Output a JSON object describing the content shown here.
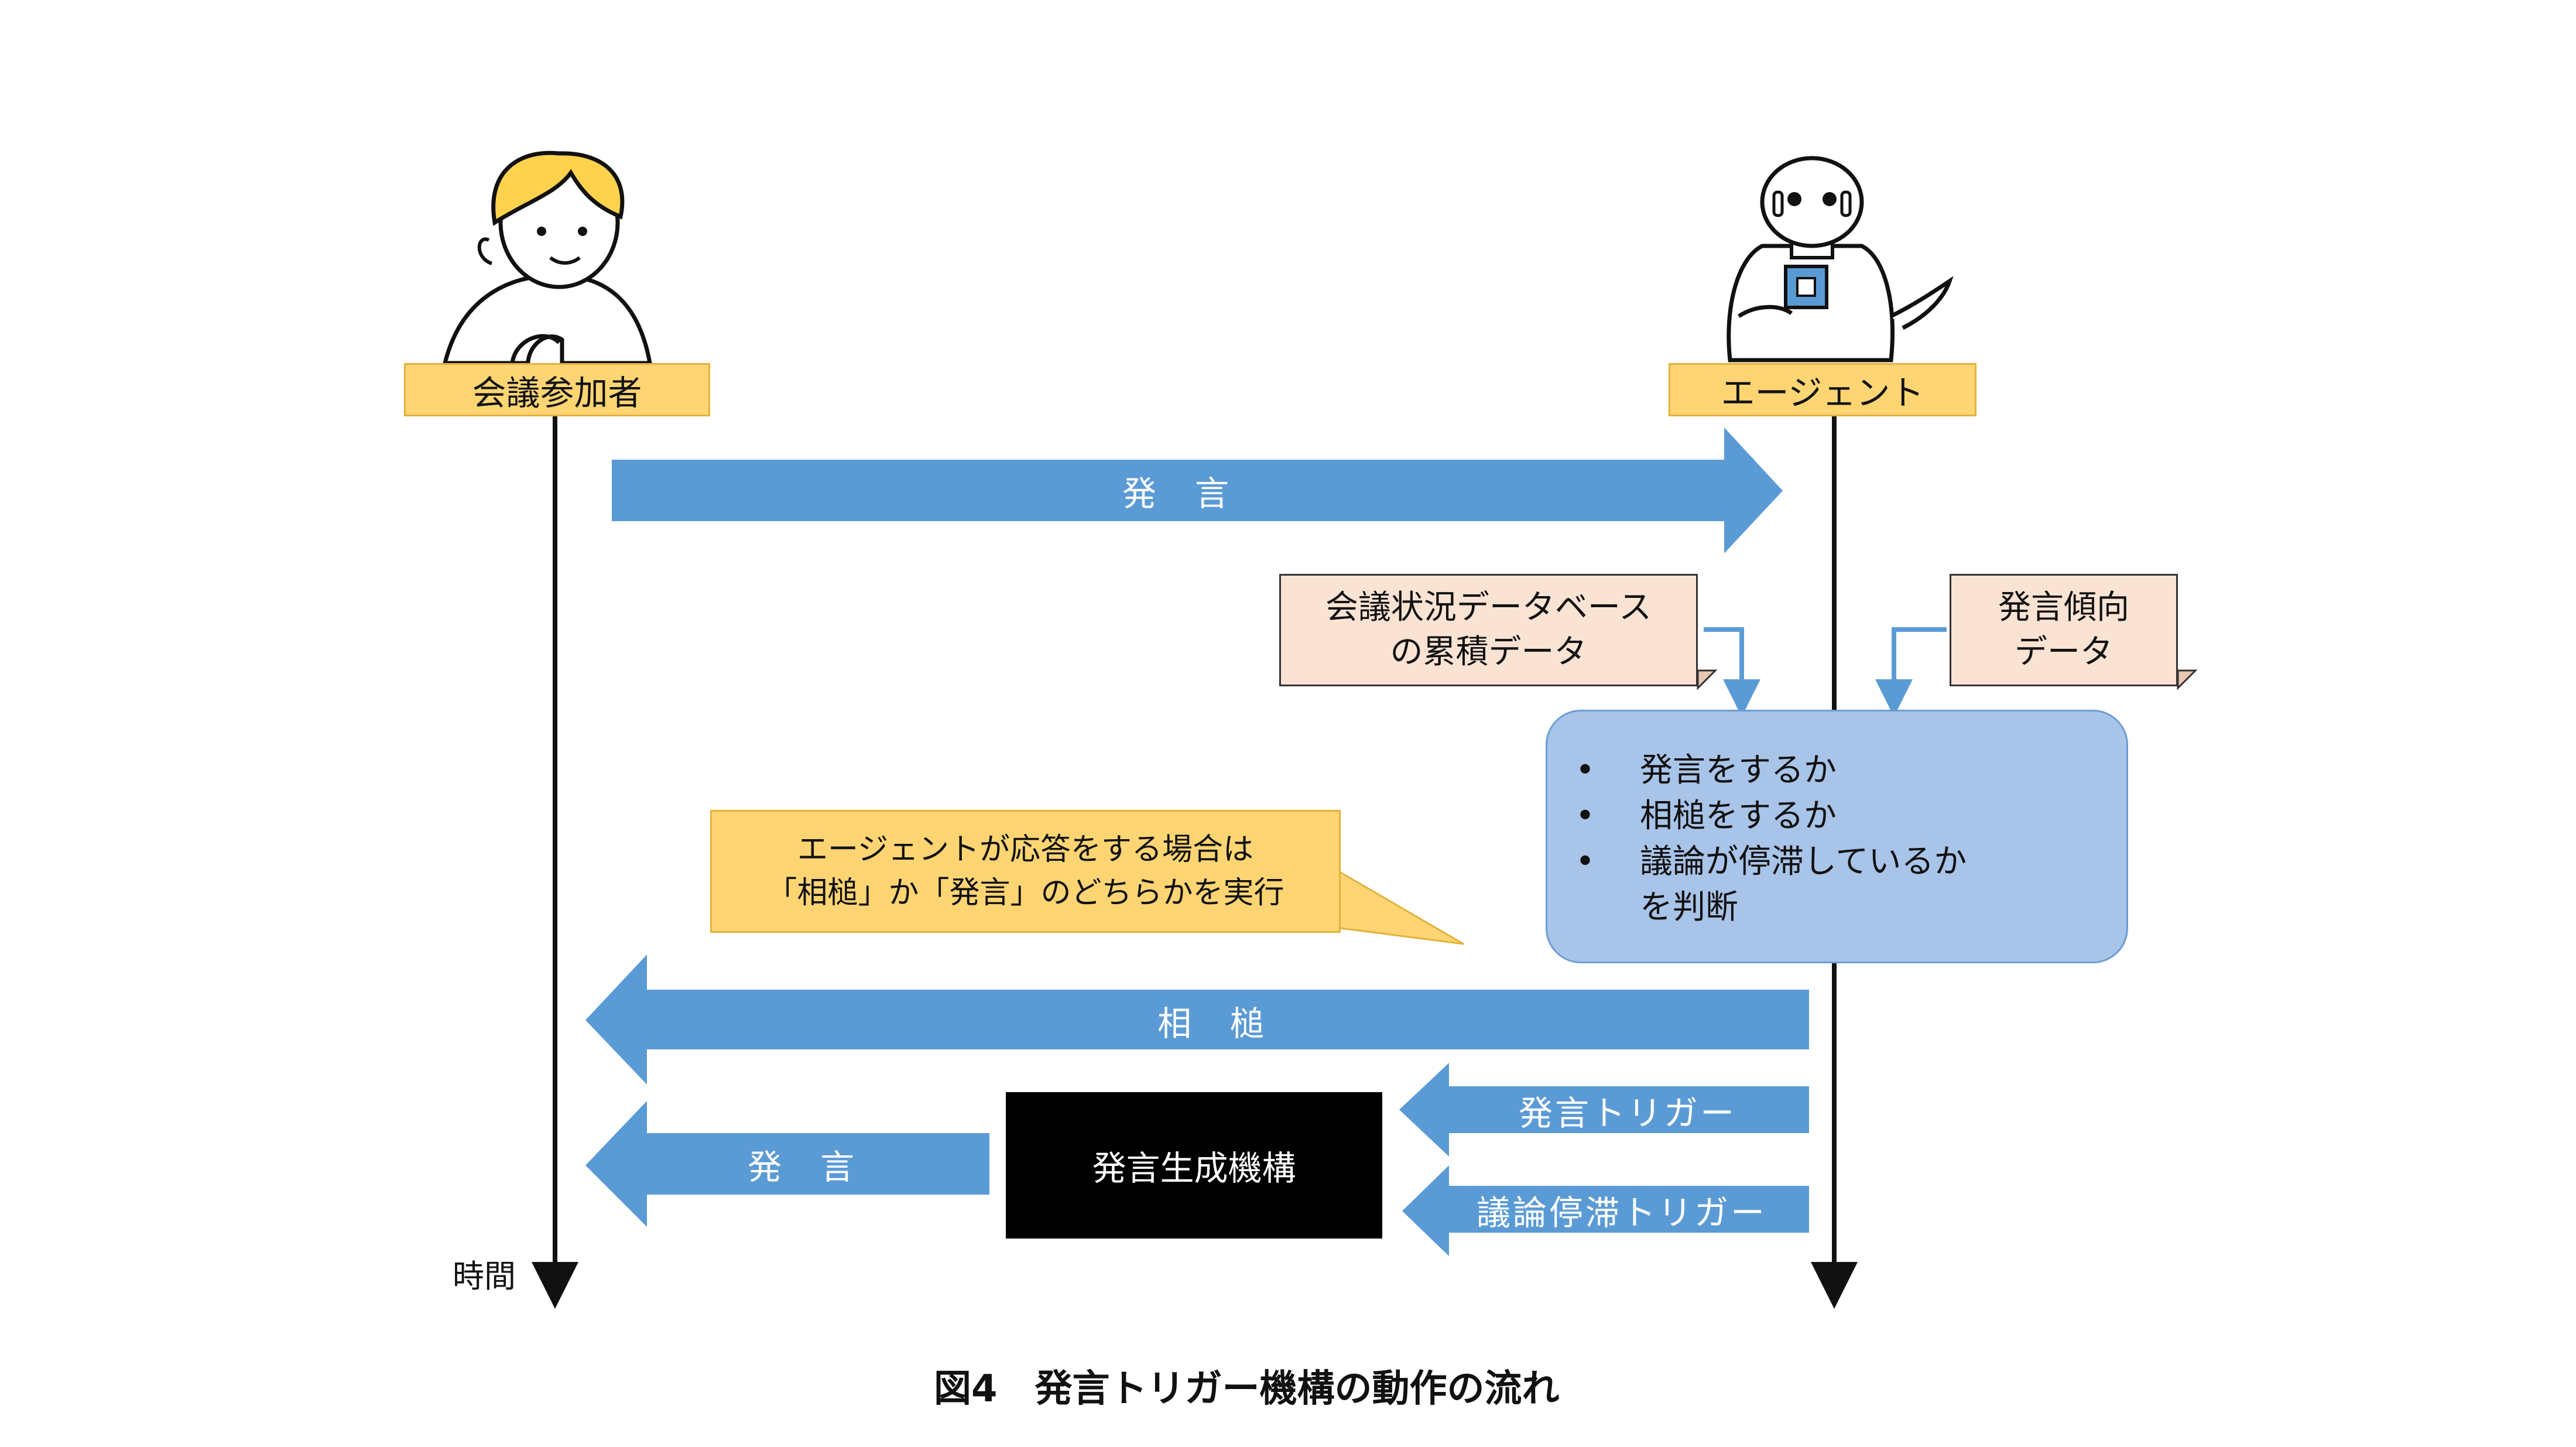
{
  "actors": {
    "participant_label": "会議参加者",
    "agent_label": "エージェント"
  },
  "messages": {
    "utterance_to_agent": "発　言",
    "backchannel": "相　槌",
    "utterance_from_agent": "発　言",
    "utterance_trigger": "発言トリガー",
    "stagnation_trigger": "議論停滞トリガー"
  },
  "notes": {
    "meeting_db": "会議状況データベース\nの累積データ",
    "utterance_tendency": "発言傾向\nデータ"
  },
  "decision": {
    "items": [
      "発言をするか",
      "相槌をするか",
      "議論が停滞しているか"
    ],
    "tail": "を判断"
  },
  "callout": "エージェントが応答をする場合は\n「相槌」か「発言」のどちらかを実行",
  "generator": "発言生成機構",
  "time_axis_label": "時間",
  "caption": "図4　発言トリガー機構の動作の流れ",
  "colors": {
    "arrow": "#5b9bd5",
    "actor_label_bg": "#ffd573",
    "note_bg": "#fbe3d3",
    "decision_bg": "#a8c4e8",
    "generator_bg": "#000000"
  },
  "icons": {
    "participant": "person-icon",
    "agent": "robot-icon"
  }
}
